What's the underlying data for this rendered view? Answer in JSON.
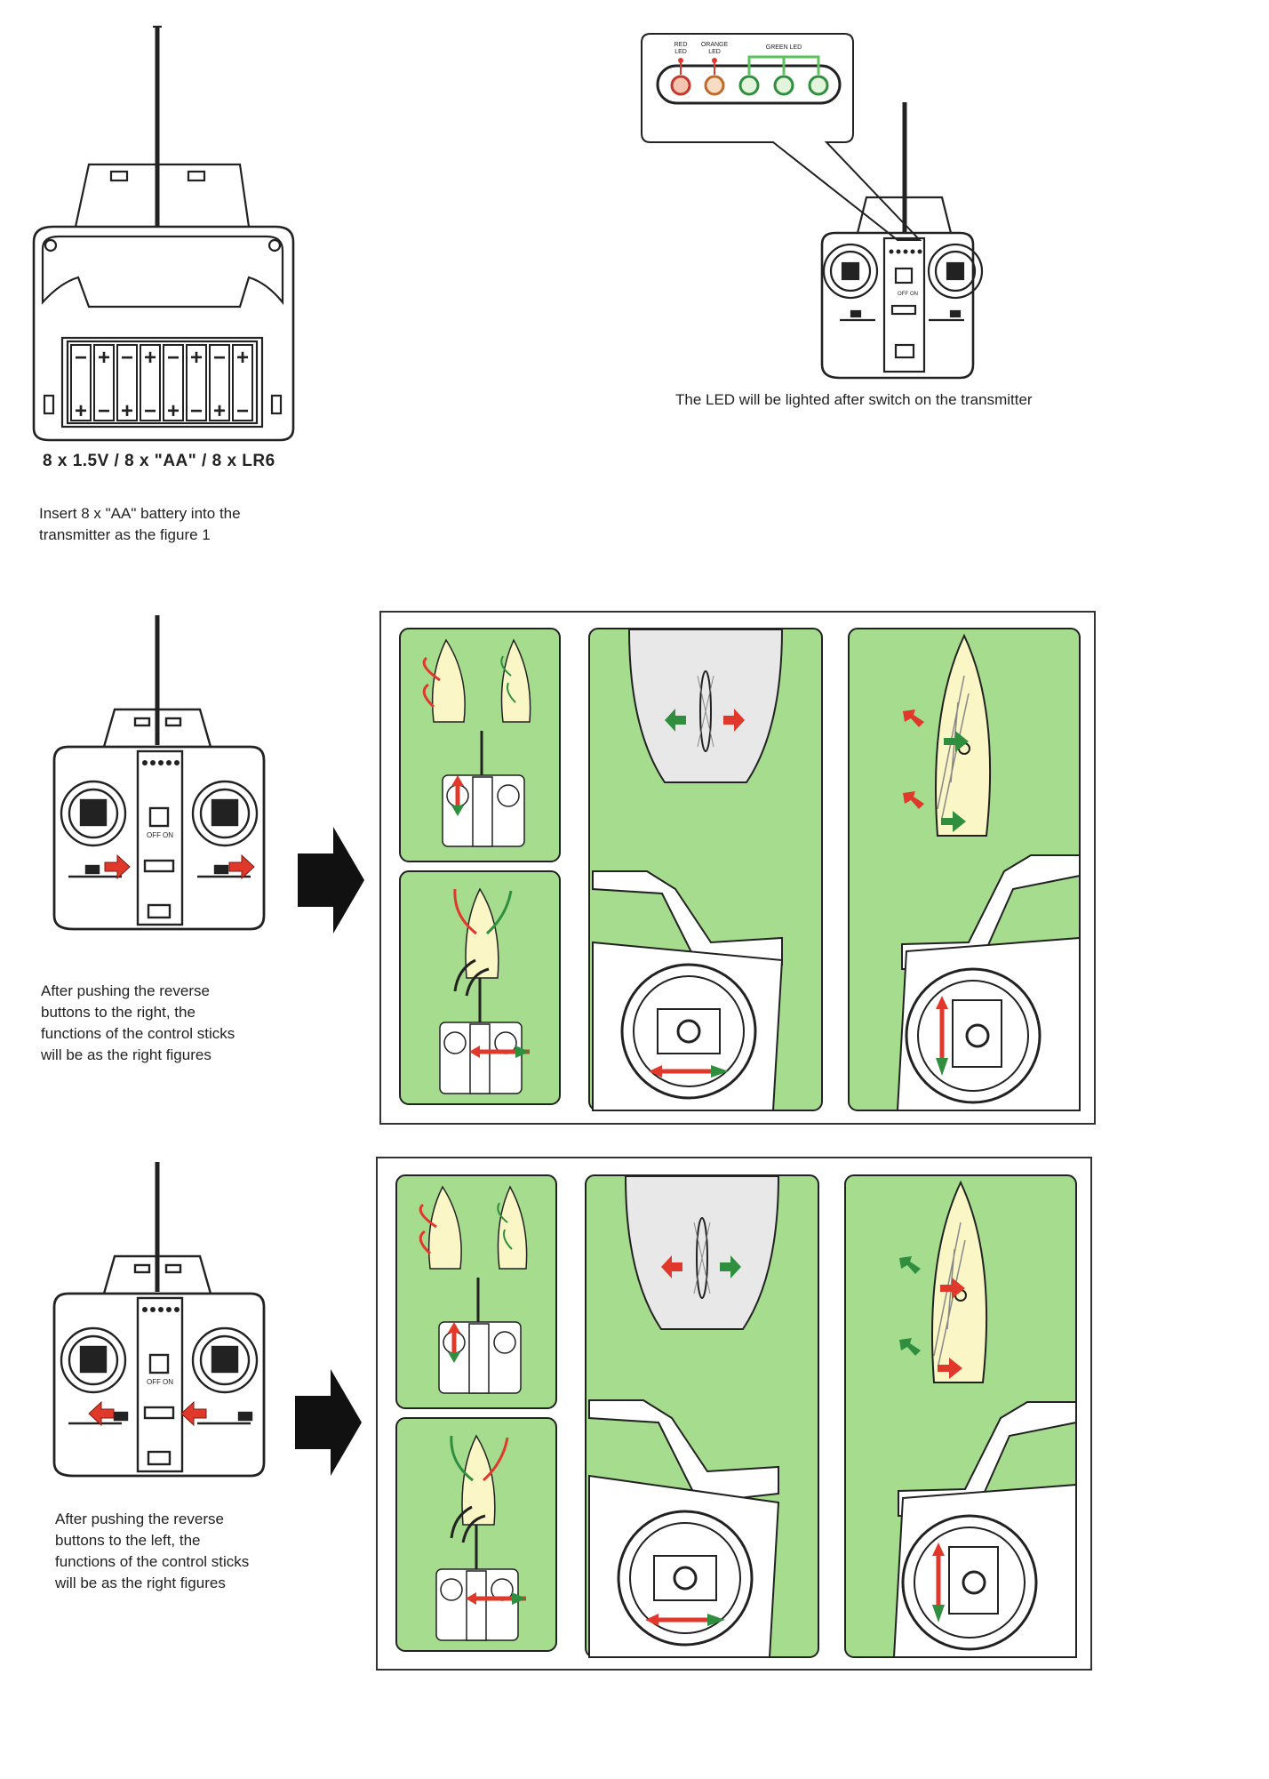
{
  "battery": {
    "label": "8 x 1.5V / 8 x \"AA\" / 8 x LR6",
    "instruction_line1": "Insert 8 x \"AA\" battery into the",
    "instruction_line2": "transmitter as the figure 1"
  },
  "led_panel": {
    "red_led_label_1": "RED",
    "red_led_label_2": "LED",
    "orange_led_label_1": "ORANGE",
    "orange_led_label_2": "LED",
    "green_led_label": "GREEN LED",
    "caption": "The LED will be lighted after switch on the transmitter"
  },
  "transmitter": {
    "off_label": "OFF",
    "on_label": "ON"
  },
  "reverse_right": {
    "line1": "After pushing the reverse",
    "line2": "buttons to the right, the",
    "line3": "functions of the control sticks",
    "line4": "will be as the right figures"
  },
  "reverse_left": {
    "line1": "After pushing the reverse",
    "line2": "buttons to the left, the",
    "line3": "functions of the control sticks",
    "line4": "will be as the right figures"
  },
  "colors": {
    "panel_green": "#a6dc8e",
    "boat_cream": "#fbf6c6",
    "arrow_red": "#e0392b",
    "arrow_green": "#2f8f3e",
    "led_red": "#e84a4a",
    "led_orange": "#e89a4a",
    "led_green": "#5cc35c"
  },
  "icons": [
    "transmitter-icon",
    "battery-icon",
    "led-icon",
    "boat-icon",
    "big-right-arrow-icon",
    "red-arrow-icon",
    "green-arrow-icon",
    "propeller-icon",
    "rudder-icon",
    "dashboard-dial-icon"
  ]
}
